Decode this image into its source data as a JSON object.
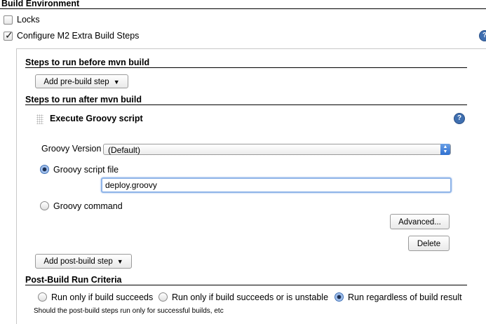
{
  "build_env": {
    "title": "Build Environment",
    "locks_label": "Locks",
    "m2_label": "Configure M2 Extra Build Steps",
    "m2_checked": true
  },
  "pre": {
    "title": "Steps to run before mvn build",
    "add_button": "Add pre-build step"
  },
  "post": {
    "title": "Steps to run after mvn build",
    "step_title": "Execute Groovy script",
    "version_label": "Groovy Version",
    "version_value": "(Default)",
    "script_file_label": "Groovy script file",
    "script_file_value": "deploy.groovy",
    "command_label": "Groovy command",
    "advanced_button": "Advanced...",
    "delete_button": "Delete",
    "add_button": "Add post-build step"
  },
  "criteria": {
    "title": "Post-Build Run Criteria",
    "options": [
      "Run only if build succeeds",
      "Run only if build succeeds or is unstable",
      "Run regardless of build result"
    ],
    "selected_index": 2,
    "hint": "Should the post-build steps run only for successful builds, etc"
  },
  "icons": {
    "help": "help-icon",
    "grip": "drag-handle-icon",
    "caret": "caret-down-icon"
  },
  "colors": {
    "accent": "#3f6fb0",
    "focus": "#8fb4e8"
  }
}
